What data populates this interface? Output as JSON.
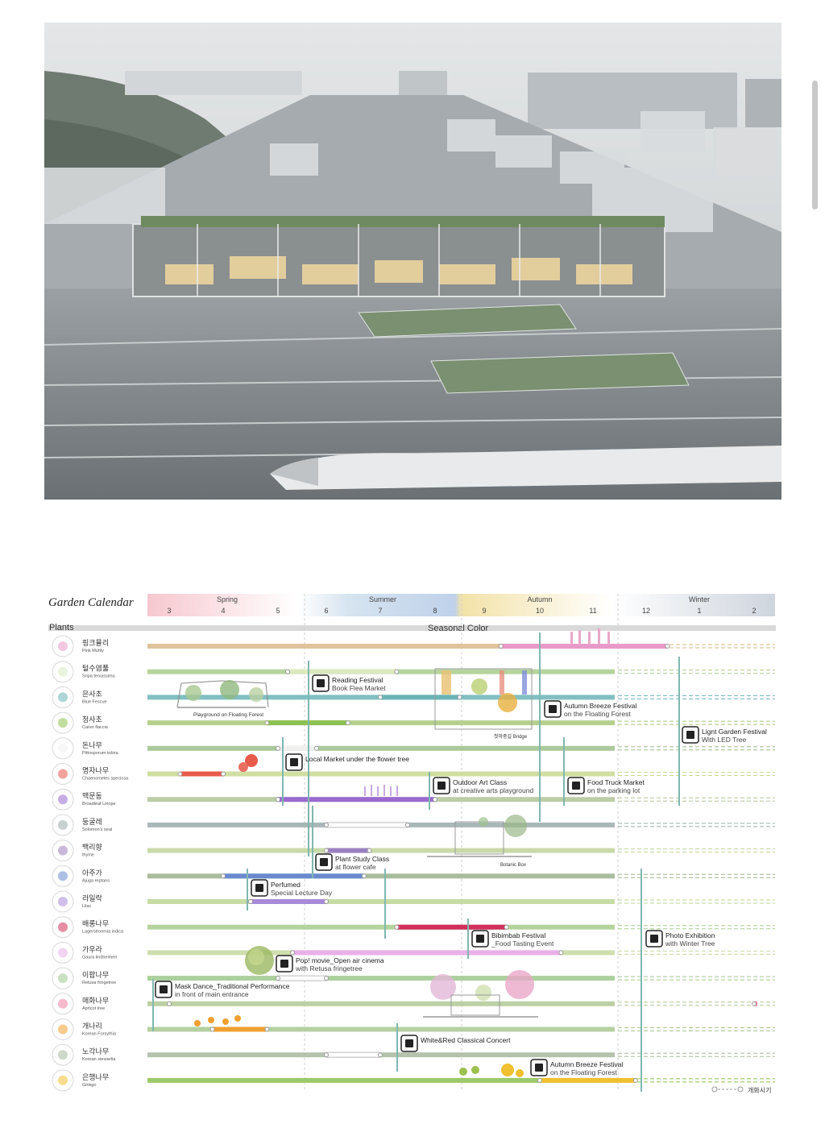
{
  "calendar": {
    "title": "Garden Calendar",
    "seasons": [
      "Spring",
      "Summer",
      "Autumn",
      "Winter"
    ],
    "months": [
      "3",
      "4",
      "5",
      "6",
      "7",
      "8",
      "9",
      "10",
      "11",
      "12",
      "1",
      "2"
    ],
    "plants_header": "Plants",
    "seasonal_color_header": "Seasonal Color",
    "legend_label": "개화시기"
  },
  "plants": [
    {
      "ko": "핑크뮬리",
      "en": "Pink Muhly",
      "color": "#d8b88a",
      "bloom": "#e89ac8",
      "start": 9.3,
      "end": 12.4,
      "icon": "grass-icon"
    },
    {
      "ko": "털수염풀",
      "en": "Sripa tenuissima",
      "color": "#a8cc8c",
      "bloom": "#dce9c0",
      "start": 5.2,
      "end": 7.3,
      "icon": "grass-icon"
    },
    {
      "ko": "은사초",
      "en": "Blue Fescue",
      "color": "#6bb4b6",
      "bloom": "#6bb4b6",
      "start": 7.0,
      "end": 8.5,
      "icon": "grass-icon"
    },
    {
      "ko": "청사초",
      "en": "Carex flaccia",
      "color": "#a8c87a",
      "bloom": "#8cc050",
      "start": 4.8,
      "end": 6.4,
      "icon": "grass-icon"
    },
    {
      "ko": "돈나무",
      "en": "Pittosporum tobira",
      "color": "#9cc08a",
      "bloom": "#f0f0f0",
      "start": 5.0,
      "end": 5.8,
      "icon": "flower-icon"
    },
    {
      "ko": "명자나무",
      "en": "Chaenomeles speciosa",
      "color": "#c8d890",
      "bloom": "#e85a4a",
      "start": 3.2,
      "end": 4.0,
      "icon": "flower-icon"
    },
    {
      "ko": "맥문동",
      "en": "Broadleaf Liriope",
      "color": "#b0c498",
      "bloom": "#9a6ad0",
      "start": 5.0,
      "end": 8.0,
      "icon": "flower-icon"
    },
    {
      "ko": "둥굴레",
      "en": "Solomon's seal",
      "color": "#9aaaaa",
      "bloom": "#ffffff",
      "start": 6.0,
      "end": 7.5,
      "icon": "leaf-icon"
    },
    {
      "ko": "백리향",
      "en": "thyme",
      "color": "#c0d49a",
      "bloom": "#9a80c0",
      "start": 6.0,
      "end": 6.8,
      "icon": "flower-icon"
    },
    {
      "ko": "아주가",
      "en": "Ajuga reptans",
      "color": "#9ab08c",
      "bloom": "#6a8ad0",
      "start": 4.0,
      "end": 6.7,
      "icon": "flower-icon"
    },
    {
      "ko": "라일락",
      "en": "Lilac",
      "color": "#bcd694",
      "bloom": "#a88ad8",
      "start": 4.5,
      "end": 6.0,
      "icon": "flower-icon"
    },
    {
      "ko": "배롱나무",
      "en": "Lagerstroemia indica",
      "color": "#a8cc8c",
      "bloom": "#d0305a",
      "start": 7.3,
      "end": 9.4,
      "icon": "flower-icon"
    },
    {
      "ko": "가우라",
      "en": "Gaura lindheimeri",
      "color": "#c8d8a0",
      "bloom": "#e8b0e8",
      "start": 5.3,
      "end": 10.4,
      "icon": "flower-icon"
    },
    {
      "ko": "이팝나무",
      "en": "Retusa fringetree",
      "color": "#9cc88c",
      "bloom": "#ffffff",
      "start": 5.0,
      "end": 6.0,
      "icon": "flower-icon"
    },
    {
      "ko": "매화나무",
      "en": "Apricot tree",
      "color": "#b0c894",
      "bloom": "#f080a0",
      "start": 2.3,
      "end": 3.0,
      "icon": "flower-icon"
    },
    {
      "ko": "개나리",
      "en": "Korean Forsythia",
      "color": "#a8c890",
      "bloom": "#f0a030",
      "start": 3.8,
      "end": 4.8,
      "icon": "flower-icon"
    },
    {
      "ko": "노각나무",
      "en": "Korean stewartia",
      "color": "#a8b8a0",
      "bloom": "#ffffff",
      "start": 6.0,
      "end": 7.0,
      "icon": "leaf-icon"
    },
    {
      "ko": "은행나무",
      "en": "Ginkgo",
      "color": "#8cc050",
      "bloom": "#f0c030",
      "start": 10.0,
      "end": 11.8,
      "icon": "leaf-icon"
    }
  ],
  "events": [
    {
      "title": "Reading Festival",
      "sub": "Book Flea Market",
      "icon": "book-icon"
    },
    {
      "title": "Autumn Breeze Festival",
      "sub": "on the Floating Forest",
      "icon": "wind-icon"
    },
    {
      "title": "Lignt Garden Festival",
      "sub": "With LED Tree",
      "icon": "lantern-icon"
    },
    {
      "title": "Local Market under the flower tree",
      "sub": "",
      "icon": "market-icon"
    },
    {
      "title": "Outdoor Art Class",
      "sub": "at creative arts playground",
      "icon": "art-icon"
    },
    {
      "title": "Food Truck Market",
      "sub": "on the parking lot",
      "icon": "truck-icon"
    },
    {
      "title": "Plant Study Class",
      "sub": "at flower cafe",
      "icon": "plant-icon"
    },
    {
      "title": "Perfumed",
      "sub": "Special Lecture Day",
      "icon": "lecture-icon"
    },
    {
      "title": "Bibimbab Festival",
      "sub": "_Food Tasting Event",
      "icon": "food-icon"
    },
    {
      "title": "Photo Exhibition",
      "sub": "with Winter Tree",
      "icon": "photo-icon"
    },
    {
      "title": "Pop! movie_Open air cinema",
      "sub": "with Retusa fringetree",
      "icon": "camera-icon"
    },
    {
      "title": "Mask Dance_Traditional Performance",
      "sub": "in front of main entrance",
      "icon": "mask-icon"
    },
    {
      "title": "White&Red Classical Concert",
      "sub": "",
      "icon": "music-icon"
    },
    {
      "title": "Autumn Breeze Festival",
      "sub": "on the Floating Forest",
      "icon": "wind-icon"
    }
  ],
  "illustrations": {
    "playground": "Playground on Floating Forest",
    "bridge": "첫마중길 Bridge",
    "botanic": "Botanic Box"
  },
  "colors": {
    "spring": "#f5c8d0",
    "summer": "#bcd4ec",
    "autumn": "#f0dca0",
    "winter": "#d8dce4",
    "vline": "#7fb8b0"
  }
}
